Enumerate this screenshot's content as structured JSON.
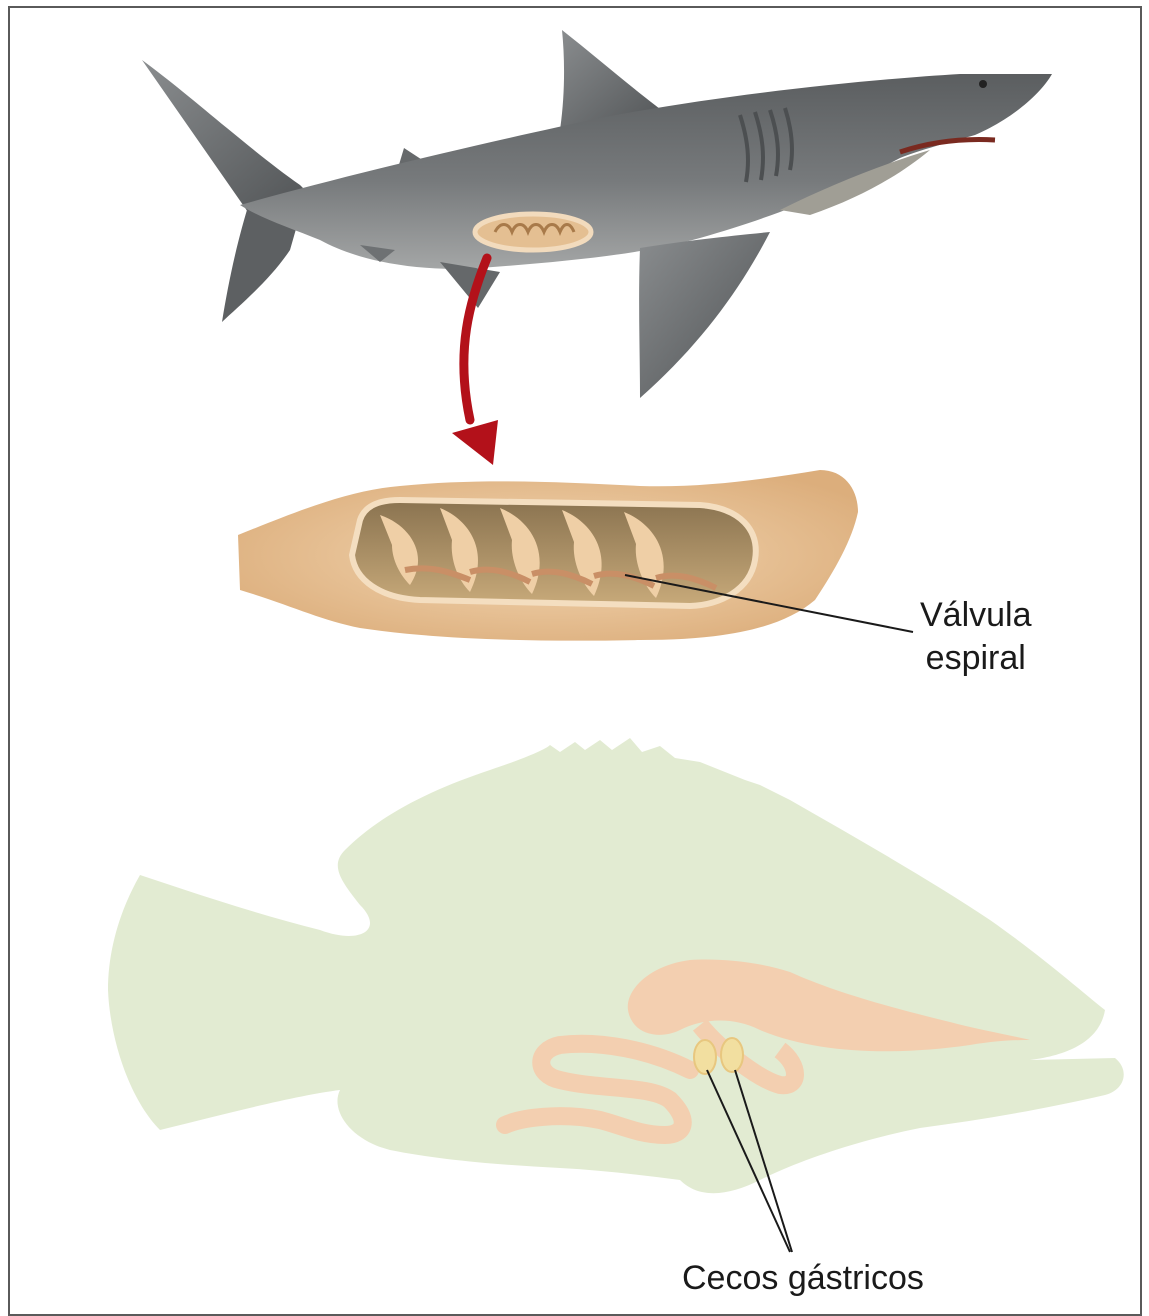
{
  "labels": {
    "valvula_line1": "Válvula",
    "valvula_line2": "espiral",
    "cecos": "Cecos gástricos"
  },
  "colors": {
    "shark_body": "#6f7274",
    "shark_belly": "#9a9c9c",
    "intestine": "#e9c9a1",
    "intestine_dark": "#c9a070",
    "arrow": "#b3111a",
    "fish_body": "#e2ebd2",
    "fish_gut": "#f3cfb0",
    "caeca": "#f2dfa0",
    "border": "#5a5a5a"
  }
}
